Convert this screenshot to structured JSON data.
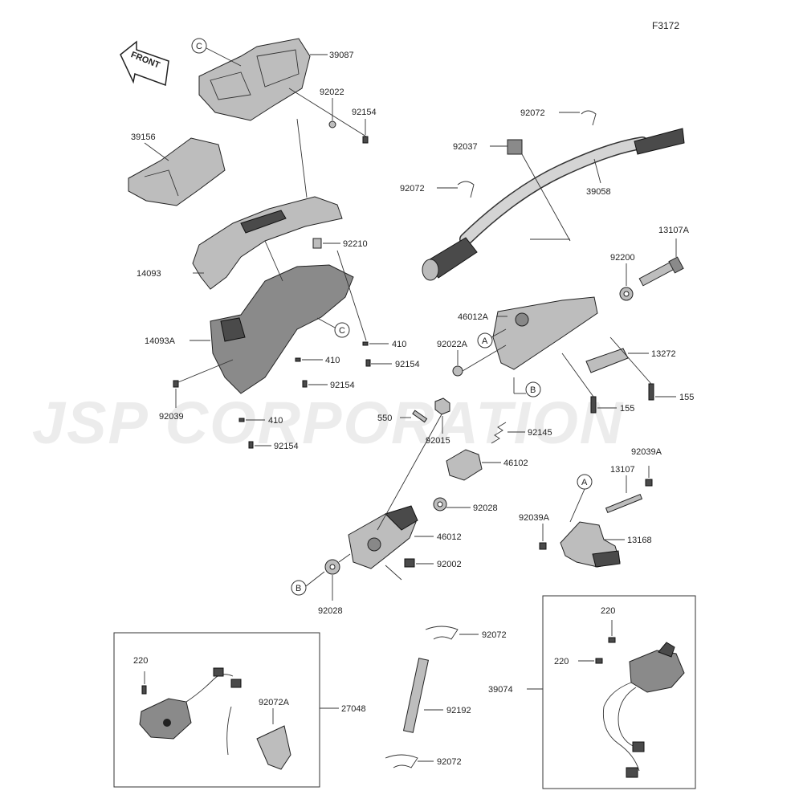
{
  "diagram_code": "F3172",
  "front_label": "FRONT",
  "watermark": "JSP CORPORATION",
  "callouts": {
    "c_top": "C",
    "c_mid": "C",
    "a_mid": "A",
    "b_mid": "B",
    "a_right": "A",
    "b_low": "B"
  },
  "labels": {
    "p39087": "39087",
    "p92022": "92022",
    "p92154_top": "92154",
    "p39156": "39156",
    "p92210": "92210",
    "p14093": "14093",
    "p14093A": "14093A",
    "p410_a": "410",
    "p410_b": "410",
    "p410_c": "410",
    "p92154_a": "92154",
    "p92154_b": "92154",
    "p92154_c": "92154",
    "p92039": "92039",
    "p92072_top": "92072",
    "p92037": "92037",
    "p92072_mid": "92072",
    "p39058": "39058",
    "p13107A": "13107A",
    "p92200": "92200",
    "p46012A": "46012A",
    "p92022A": "92022A",
    "p13272": "13272",
    "p155_a": "155",
    "p155_b": "155",
    "p550": "550",
    "p92015": "92015",
    "p92145": "92145",
    "p46102": "46102",
    "p92028_a": "92028",
    "p46012": "46012",
    "p92002": "92002",
    "p92028_b": "92028",
    "p92039A_a": "92039A",
    "p13107": "13107",
    "p92039A_b": "92039A",
    "p13168": "13168",
    "p220_a": "220",
    "p92072A": "92072A",
    "p27048": "27048",
    "p92072_low1": "92072",
    "p92192": "92192",
    "p92072_low2": "92072",
    "p220_b": "220",
    "p220_c": "220",
    "p39074": "39074"
  }
}
